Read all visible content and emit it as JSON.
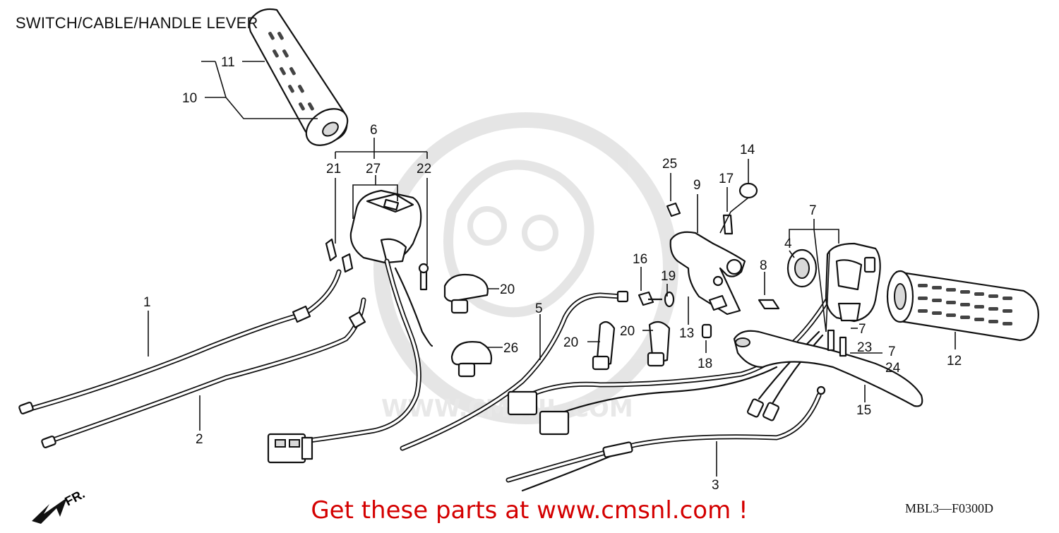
{
  "page": {
    "title": "SWITCH/CABLE/HANDLE LEVER",
    "promo_text": "Get these parts at www.cmsnl.com !",
    "diagram_code": "MBL3—F0300D",
    "front_label": "FR.",
    "watermark_text": "WWW.CMSNL.COM",
    "promo_color": "#d40000"
  },
  "callouts": {
    "c1": "1",
    "c2": "2",
    "c3": "3",
    "c4": "4",
    "c5": "5",
    "c6": "6",
    "c7a": "7",
    "c7b": "7",
    "c7c": "7",
    "c8": "8",
    "c9": "9",
    "c10": "10",
    "c11": "11",
    "c12": "12",
    "c13": "13",
    "c14": "14",
    "c15": "15",
    "c16": "16",
    "c17": "17",
    "c18": "18",
    "c19": "19",
    "c20a": "20",
    "c20b": "20",
    "c20c": "20",
    "c21": "21",
    "c22": "22",
    "c23": "23",
    "c24": "24",
    "c25": "25",
    "c26": "26",
    "c27": "27"
  },
  "parts": [
    {
      "ref": "1",
      "name": "throttle-cable-a"
    },
    {
      "ref": "2",
      "name": "throttle-cable-b"
    },
    {
      "ref": "3",
      "name": "choke-cable"
    },
    {
      "ref": "5",
      "name": "clutch-cable"
    },
    {
      "ref": "6",
      "name": "right-handle-switch-assembly"
    },
    {
      "ref": "7",
      "name": "left-handle-switch-assembly"
    },
    {
      "ref": "10",
      "name": "throttle-grip-assembly"
    },
    {
      "ref": "11",
      "name": "throttle-grip-rubber"
    },
    {
      "ref": "12",
      "name": "left-grip"
    },
    {
      "ref": "15",
      "name": "clutch-lever"
    }
  ]
}
